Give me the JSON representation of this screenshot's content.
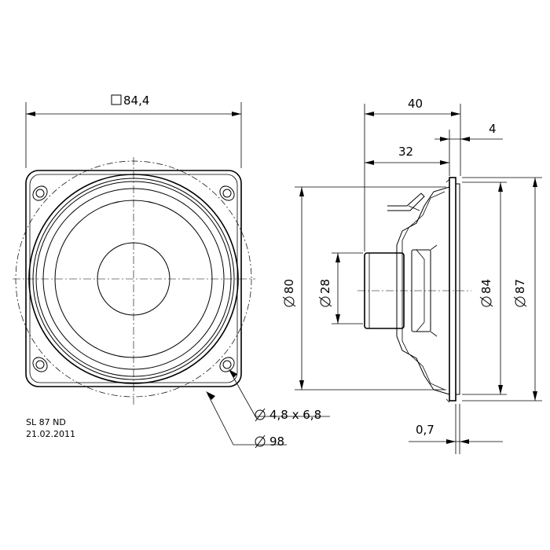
{
  "dimensions": {
    "square_size": "84,4",
    "overall_depth": "40",
    "flange_thickness": "4",
    "magnet_depth": "32",
    "diameter_80": "80",
    "diameter_28": "28",
    "diameter_84": "84",
    "diameter_87": "87",
    "gap_0_7": "0,7",
    "mounting_hole": "4,8 x 6,8",
    "bolt_circle": "98"
  },
  "symbols": {
    "diameter": "Ø"
  },
  "notes": {
    "model": "SL 87 ND",
    "date": "21.02.2011"
  }
}
